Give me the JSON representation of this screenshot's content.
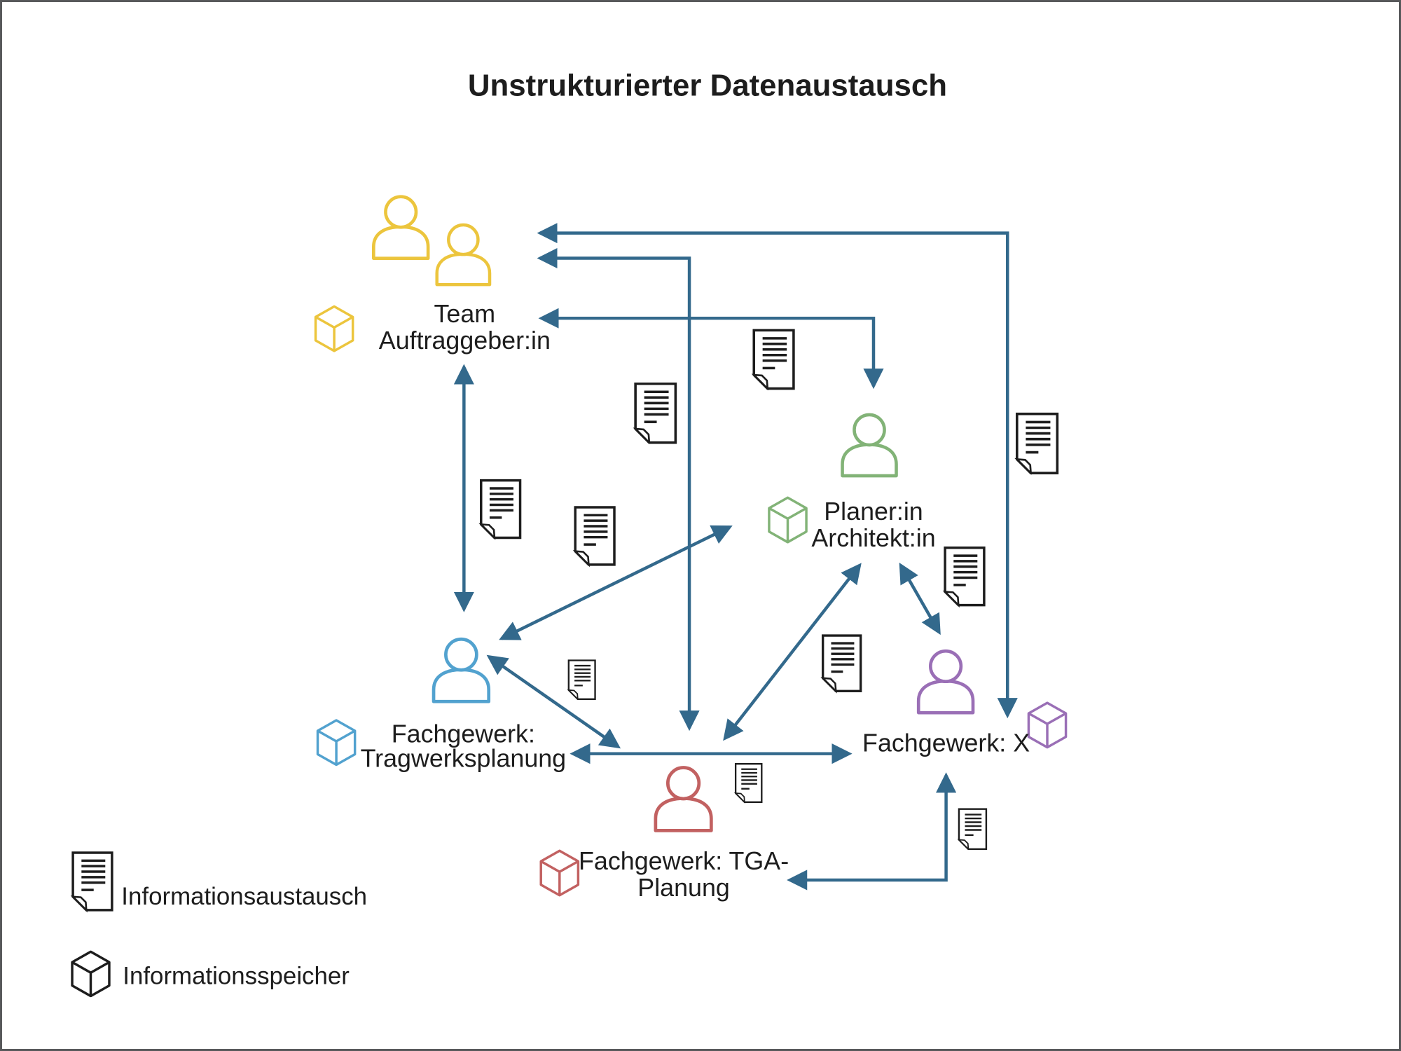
{
  "title": "Unstrukturierter Datenaustausch",
  "colors": {
    "arrow": "#33698c",
    "team": "#ecc53d",
    "planer": "#82b377",
    "tragwerk": "#52a2cf",
    "tga": "#c26161",
    "fachx": "#9a6fb6",
    "icon_outline": "#1d1d1d"
  },
  "nodes": {
    "team": {
      "lines": [
        "Team",
        "Auftraggeber:in"
      ],
      "icon": "team-icon",
      "store_icon": "cube-icon"
    },
    "planer": {
      "lines": [
        "Planer:in",
        "Architekt:in"
      ],
      "icon": "person-icon",
      "store_icon": "cube-icon"
    },
    "tragwerk": {
      "lines": [
        "Fachgewerk:",
        "Tragwerksplanung"
      ],
      "icon": "person-icon",
      "store_icon": "cube-icon"
    },
    "tga": {
      "lines": [
        "Fachgewerk: TGA-",
        "Planung"
      ],
      "icon": "person-icon",
      "store_icon": "cube-icon"
    },
    "fachx": {
      "lines": [
        "Fachgewerk: X"
      ],
      "icon": "person-icon",
      "store_icon": "cube-icon"
    }
  },
  "legend": {
    "items": [
      {
        "icon": "document-icon",
        "label": "Informationsaustausch"
      },
      {
        "icon": "cube-icon",
        "label": "Informationsspeicher"
      }
    ]
  }
}
